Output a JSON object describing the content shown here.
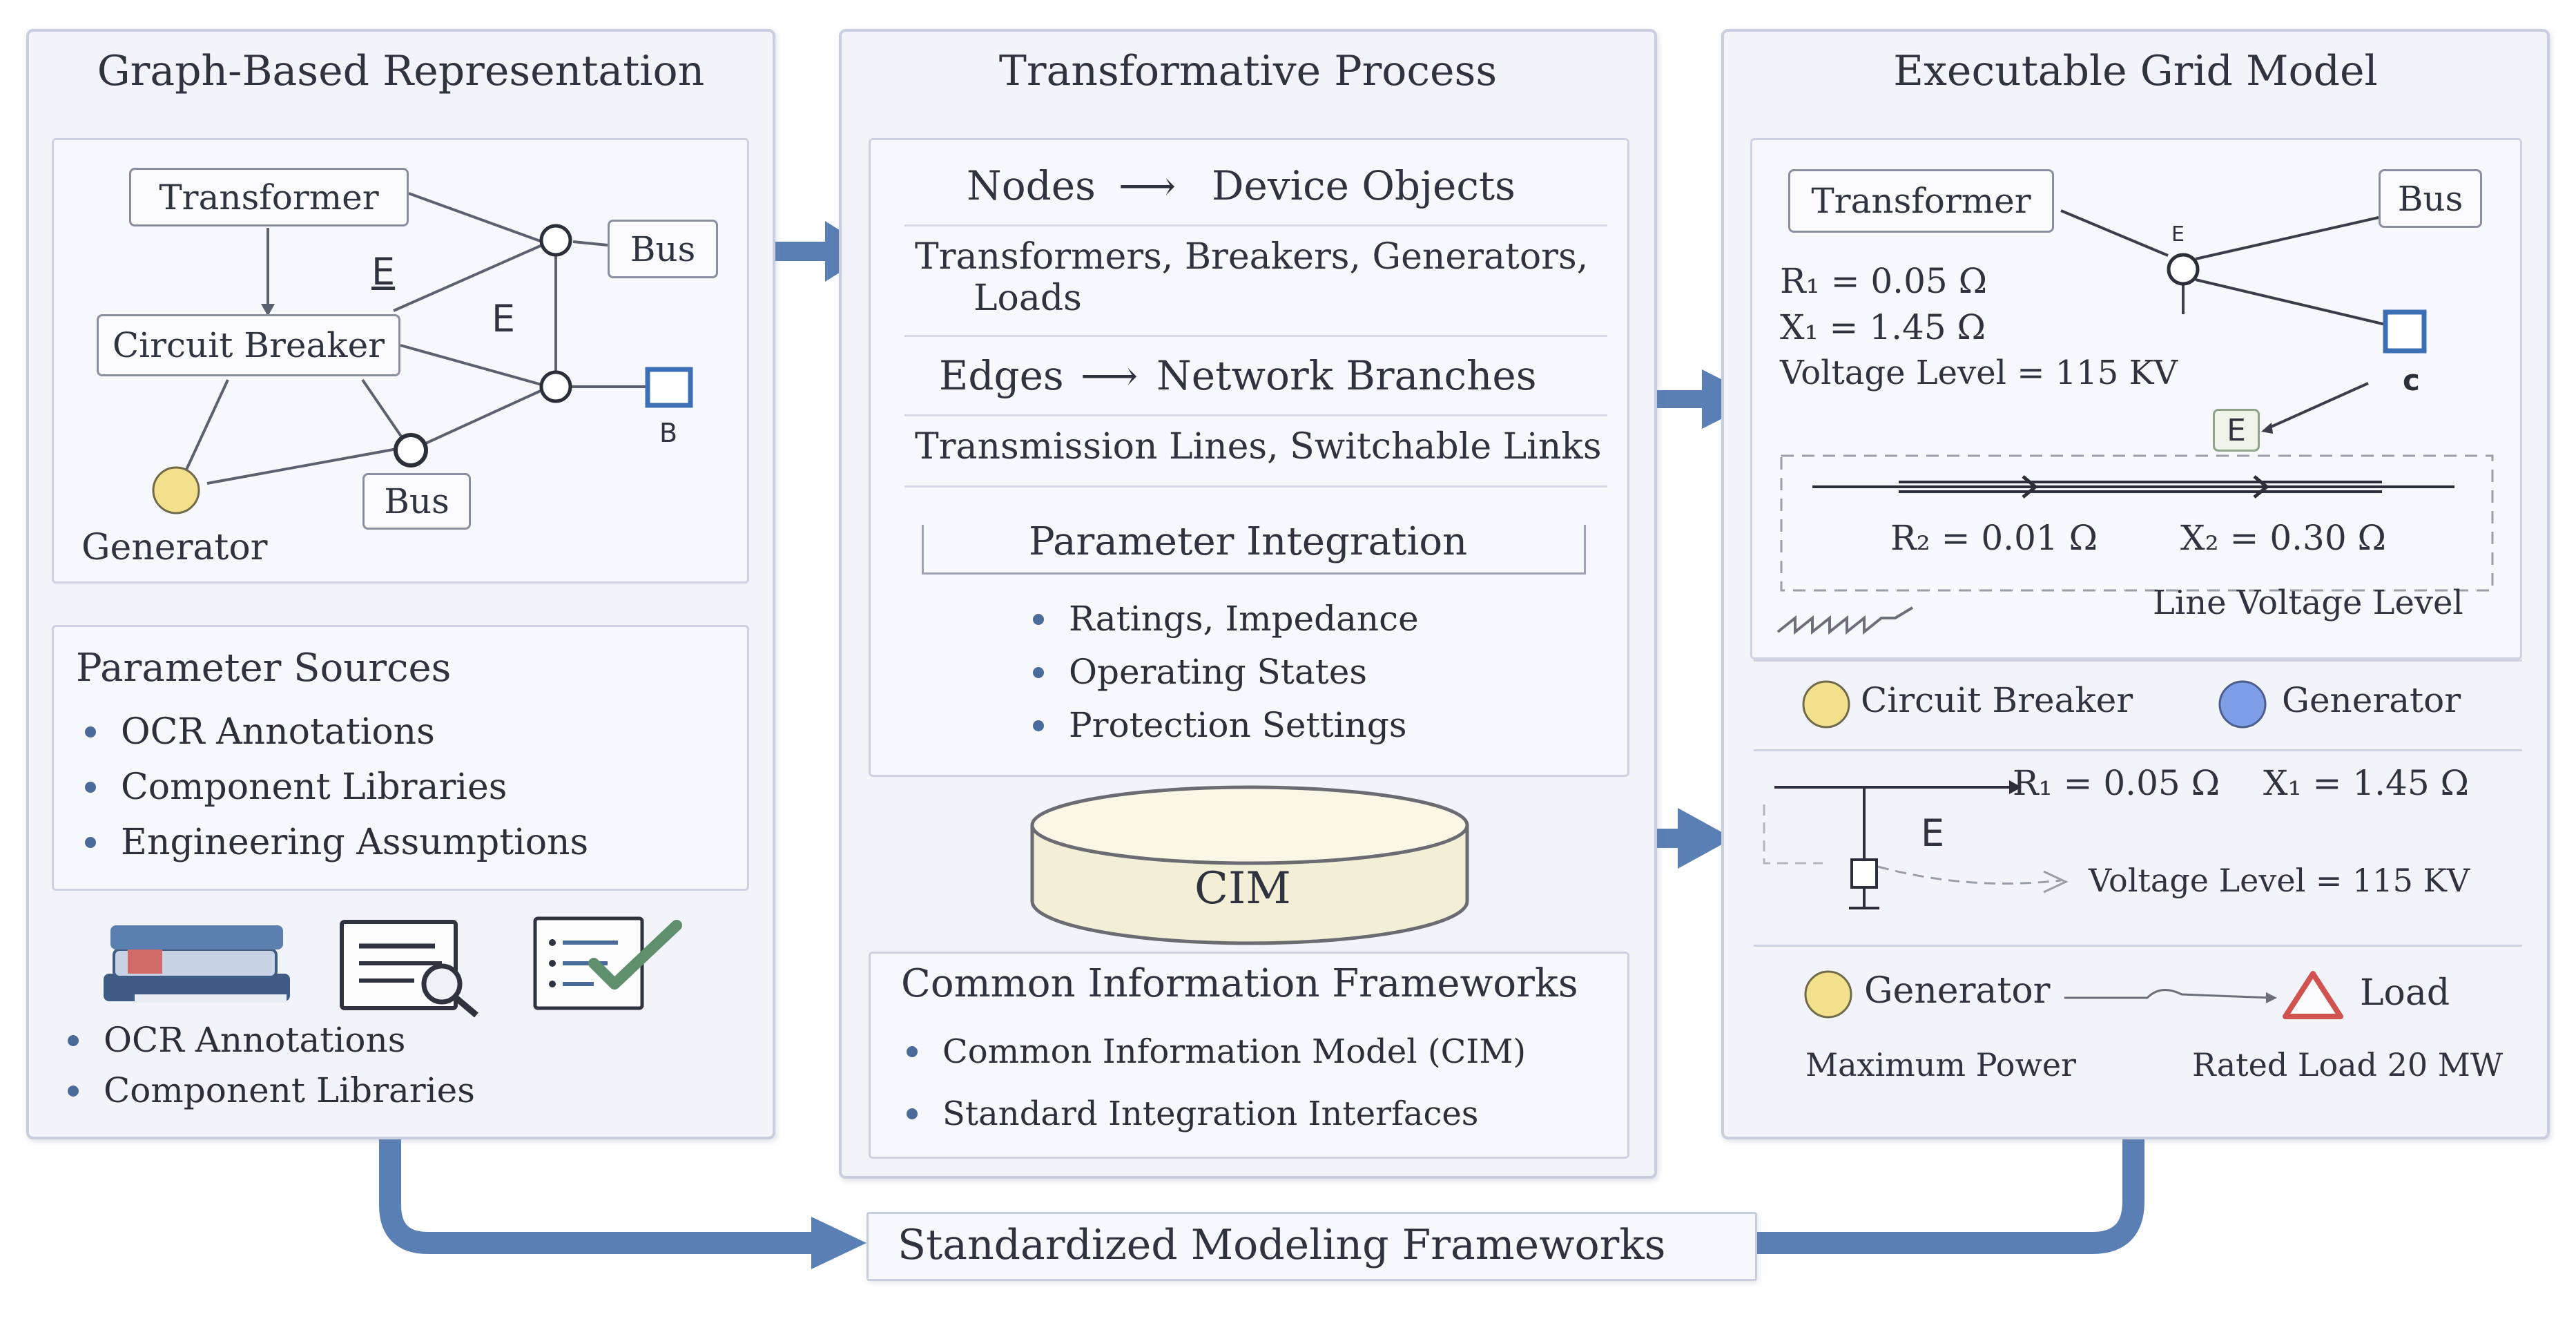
{
  "panels": {
    "graph": {
      "title": "Graph-Based Representation",
      "diagram": {
        "transformer": "Transformer",
        "circuit_breaker": "Circuit Breaker",
        "bus_top": "Bus",
        "bus_bottom": "Bus",
        "generator": "Generator",
        "edge_label_1": "E",
        "edge_label_2": "E",
        "node_b": "B"
      },
      "sources": {
        "title": "Parameter Sources",
        "items": [
          "OCR Annotations",
          "Component Libraries",
          "Engineering Assumptions"
        ]
      },
      "bottom_items": [
        "OCR Annotations",
        "Component Libraries"
      ]
    },
    "process": {
      "title": "Transformative Process",
      "mapping": {
        "nodes_from": "Nodes",
        "nodes_to": "Device Objects",
        "nodes_detail_1": "Transformers, Breakers, Generators,",
        "nodes_detail_2": "Loads",
        "edges_from": "Edges",
        "edges_to": "Network Branches",
        "edges_detail": "Transmission Lines, Switchable Links",
        "param_title": "Parameter Integration",
        "param_items": [
          "Ratings, Impedance",
          "Operating States",
          "Protection Settings"
        ]
      },
      "cim": "CIM",
      "frameworks": {
        "title": "Common Information Frameworks",
        "items": [
          "Common Information Model (CIM)",
          "Standard Integration Interfaces"
        ]
      }
    },
    "grid": {
      "title": "Executable Grid Model",
      "top": {
        "transformer": "Transformer",
        "bus": "Bus",
        "r1": "R₁ = 0.05 Ω",
        "x1": "X₁ = 1.45 Ω",
        "voltage": "Voltage Level = 115 KV",
        "node_e": "E",
        "e_box": "E",
        "r2": "R₂ = 0.01 Ω",
        "x2": "X₂ = 0.30 Ω",
        "line_voltage": "Line Voltage Level"
      },
      "legend": {
        "circuit_breaker": "Circuit Breaker",
        "generator": "Generator"
      },
      "middle": {
        "r1": "R₁ = 0.05 Ω",
        "x1": "X₁ = 1.45 Ω",
        "e": "E",
        "voltage": "Voltage Level = 115 KV"
      },
      "bottom": {
        "generator": "Generator",
        "load": "Load",
        "max_power": "Maximum Power",
        "rated_load": "Rated Load 20 MW"
      }
    }
  },
  "footer": "Standardized Modeling Frameworks",
  "colors": {
    "arrow": "#5a7fb5",
    "generator_yellow": "#f3e08c",
    "generator_blue": "#7f9ee8",
    "load_red": "#d0534f",
    "bus_square": "#3d6fb4",
    "check": "#5f8f6d"
  }
}
